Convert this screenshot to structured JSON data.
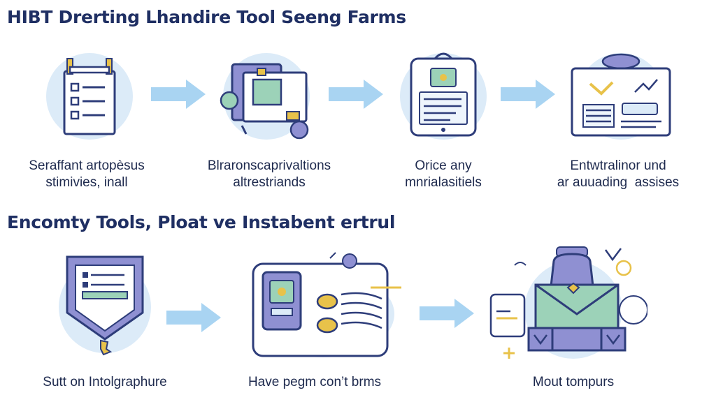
{
  "section_1": {
    "title": "HIBT Drerting Lhandire Tool Seeng Farms",
    "steps": [
      {
        "icon": "clipboard-checklist-icon",
        "line1": "Seraffant artopèsus",
        "line2": "stimivies, inall"
      },
      {
        "icon": "tablet-documents-icon",
        "line1": "Blraronscaprivaltions",
        "line2": "altrestriands"
      },
      {
        "icon": "device-form-icon",
        "line1": "Orice any",
        "line2": "mnrialasitiels"
      },
      {
        "icon": "dashboard-card-icon",
        "line1": "Entwtralinor und",
        "line2": "ar auuading  assises"
      }
    ]
  },
  "section_2": {
    "title": "Encomty Tools, Ploat ve Instabent ertrul",
    "steps": [
      {
        "icon": "shield-document-icon",
        "line1": "Sutt on Intolgraphure"
      },
      {
        "icon": "card-reader-icon",
        "line1": "Have pegm con’t brms"
      },
      {
        "icon": "backpack-tools-icon",
        "line1": "Mout tompurs"
      }
    ]
  },
  "colors": {
    "title": "#1f2f63",
    "icon_circle": "#dcebf8",
    "outline": "#2e3d7a",
    "arrow": "#a9d4f2",
    "accent_purple": "#8f90d2",
    "accent_green": "#9cd2b8",
    "accent_yellow": "#e8c24a"
  }
}
